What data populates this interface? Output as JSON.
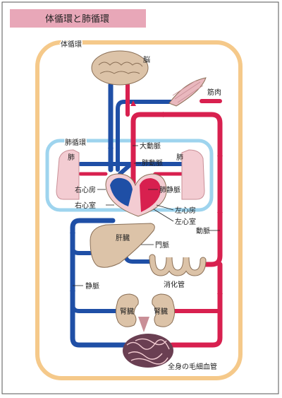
{
  "title": "体循環と肺循環",
  "labels": {
    "systemic": "体循環",
    "pulmonary": "肺循環",
    "brain": "脳",
    "muscle": "筋肉",
    "lung_left": "肺",
    "lung_right": "肺",
    "aorta": "大動脈",
    "pulmonary_artery": "肺動脈",
    "pulmonary_vein": "肺静脈",
    "right_atrium": "右心房",
    "right_ventricle": "右心室",
    "left_atrium": "左心房",
    "left_ventricle": "左心室",
    "artery": "動脈",
    "liver": "肝臓",
    "portal_vein": "門脈",
    "digestive_tract": "消化管",
    "vein": "静脈",
    "kidney_left": "腎臓",
    "kidney_right": "腎臓",
    "capillaries": "全身の毛細血管"
  },
  "colors": {
    "arterial": "#d8204f",
    "venous": "#1f4fa6",
    "systemic_frame": "#f5c98a",
    "pulmonary_frame": "#9ed4ee",
    "title_bg": "#e8a7b8",
    "organ": "#dcc3a8"
  }
}
